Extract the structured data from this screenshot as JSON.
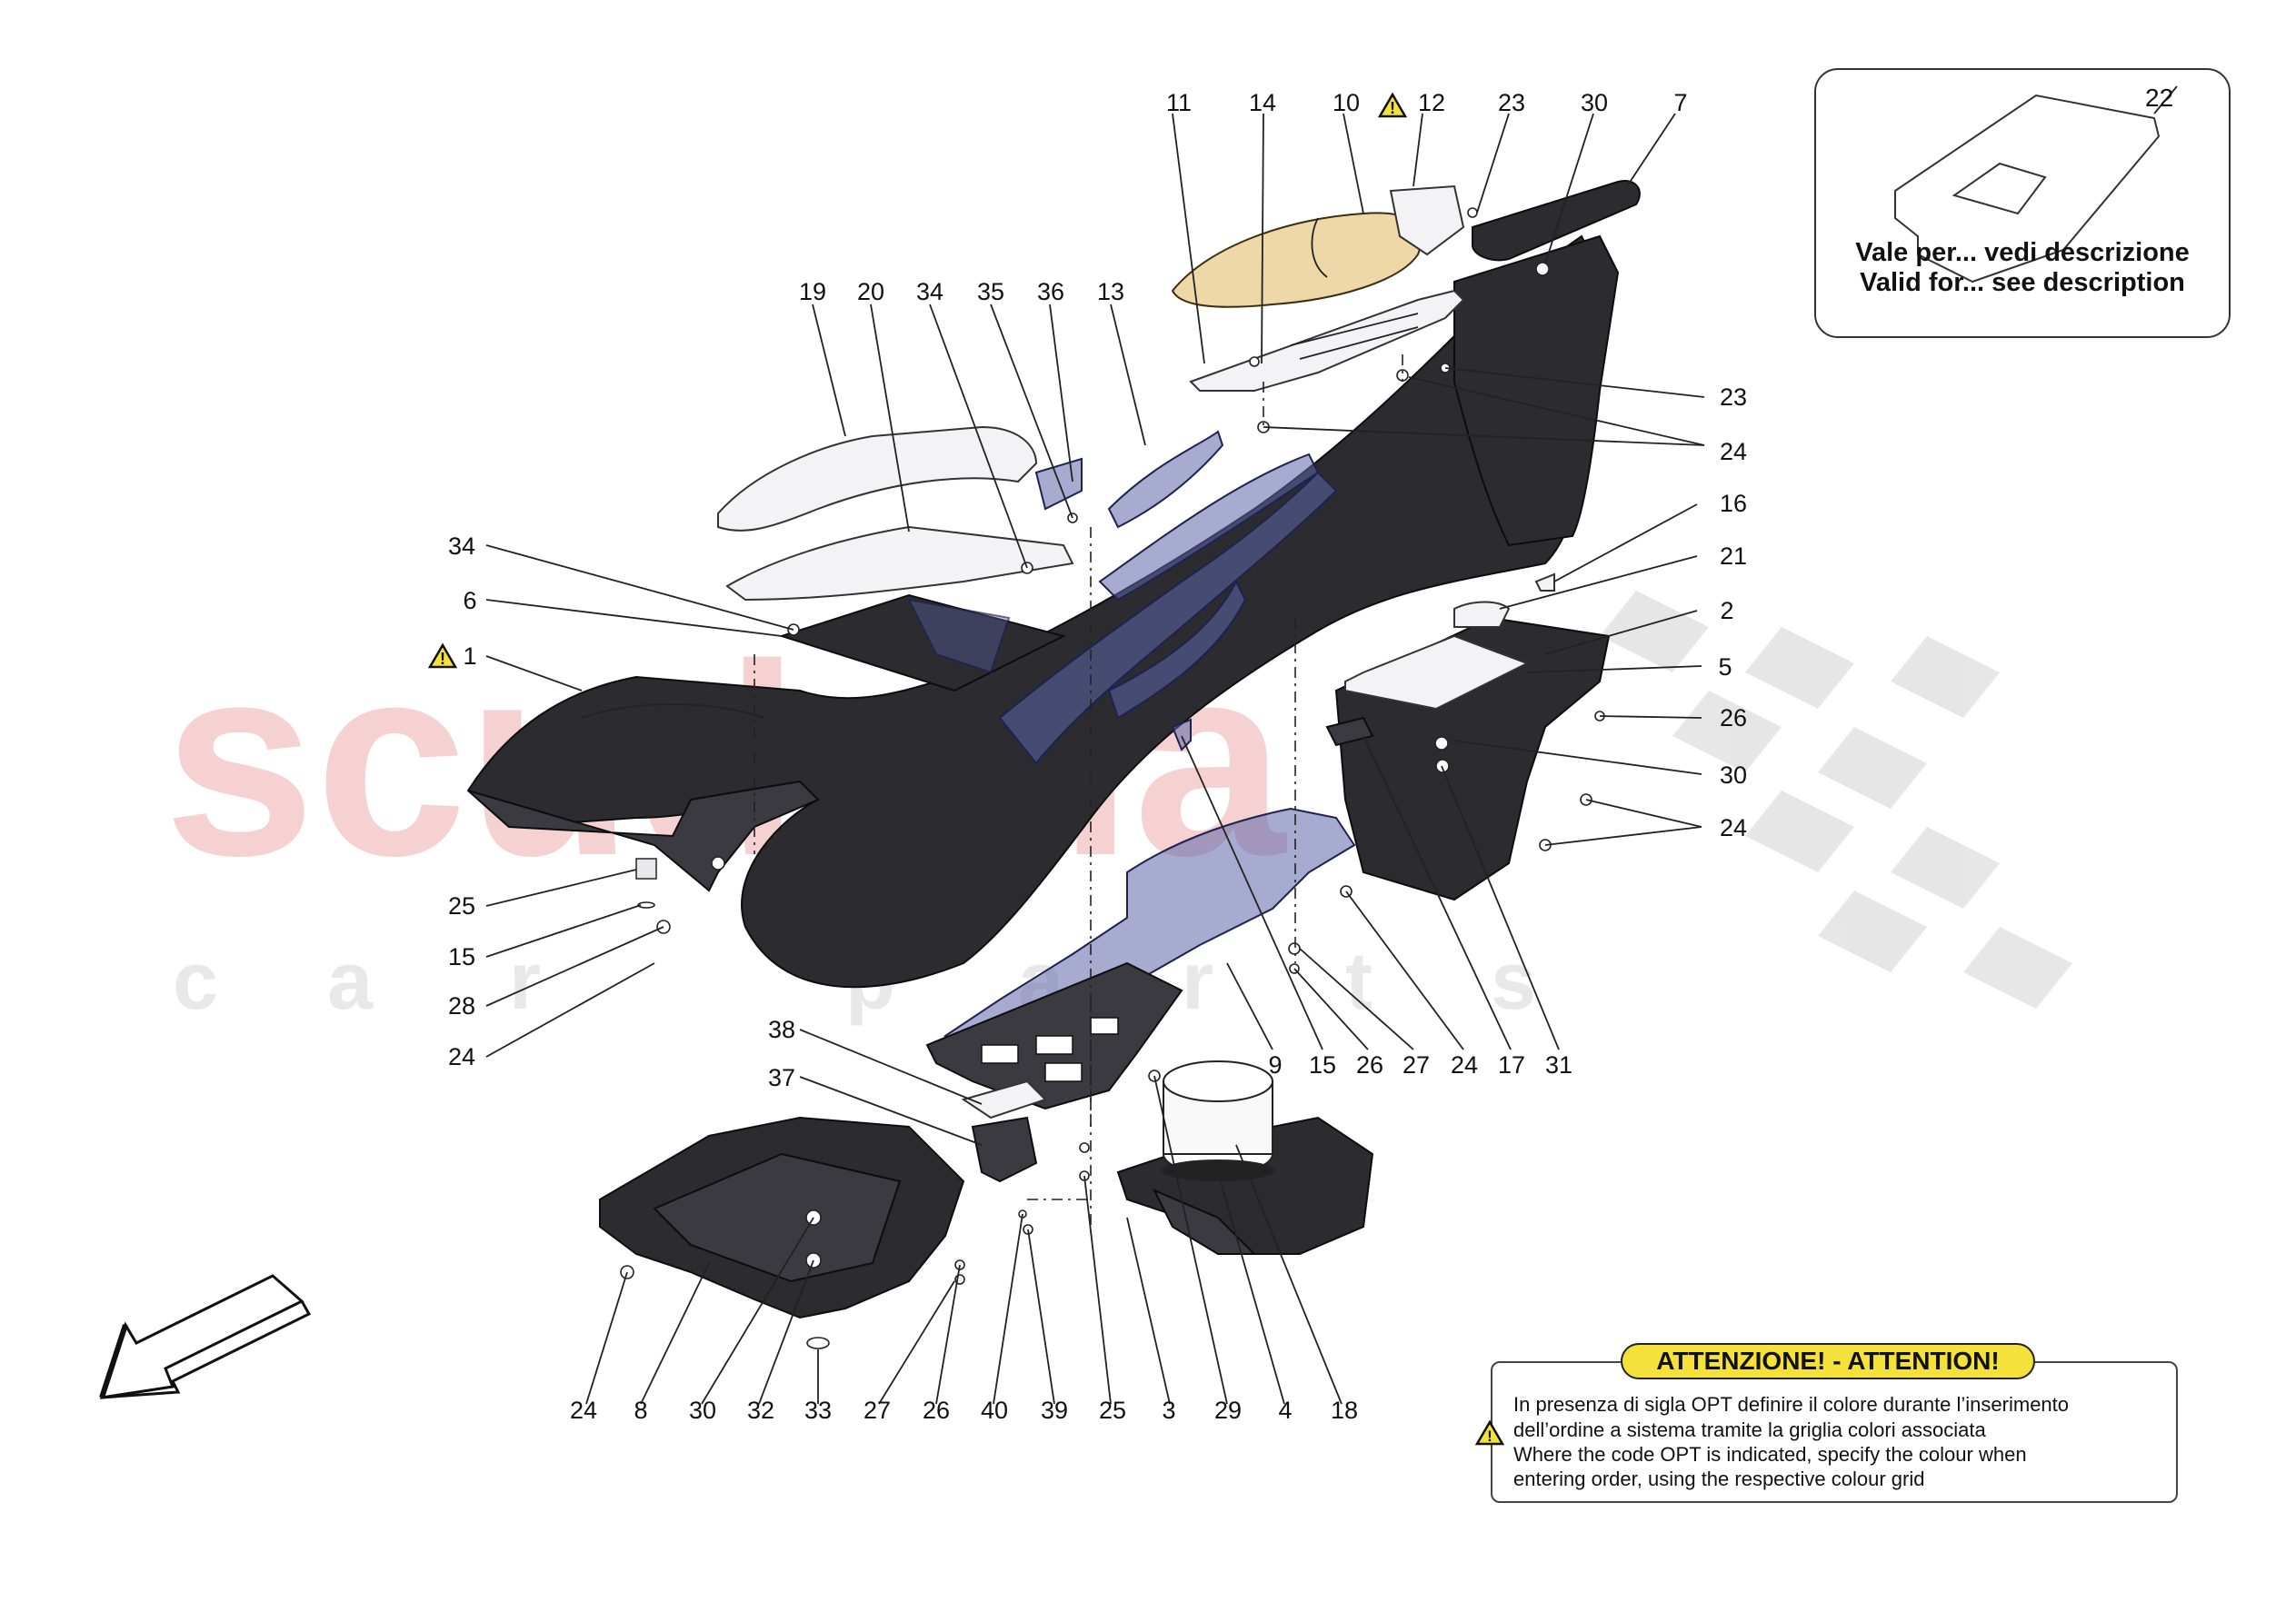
{
  "watermark": {
    "brand": "scuderia",
    "sub": "car parts",
    "brand_color": "#f2c8c8",
    "sub_color": "#e0e0e0"
  },
  "callouts": {
    "n11": "11",
    "n14": "14",
    "n10": "10",
    "n12": "12",
    "n23a": "23",
    "n30a": "30",
    "n7": "7",
    "n19": "19",
    "n20": "20",
    "n34a": "34",
    "n35": "35",
    "n36": "36",
    "n13": "13",
    "n23b": "23",
    "n24a": "24",
    "n16": "16",
    "n21": "21",
    "n2": "2",
    "n34b": "34",
    "n6": "6",
    "n1": "1",
    "n5": "5",
    "n26a": "26",
    "n30b": "30",
    "n24b": "24",
    "n25a": "25",
    "n15a": "15",
    "n28": "28",
    "n24c": "24",
    "n9": "9",
    "n15b": "15",
    "n26b": "26",
    "n27a": "27",
    "n24d": "24",
    "n17": "17",
    "n31": "31",
    "n38": "38",
    "n37": "37",
    "n24e": "24",
    "n8": "8",
    "n30c": "30",
    "n32": "32",
    "n33": "33",
    "n27b": "27",
    "n26c": "26",
    "n40": "40",
    "n39": "39",
    "n25b": "25",
    "n3": "3",
    "n29": "29",
    "n4": "4",
    "n18": "18"
  },
  "valid_box": {
    "part_number": "22",
    "line_it": "Vale per... vedi descrizione",
    "line_en": "Valid for... see description"
  },
  "attention": {
    "header": "ATTENZIONE! - ATTENTION!",
    "line1": "In presenza di sigla OPT definire il colore durante l’inserimento",
    "line2": "dell’ordine a sistema tramite la griglia colori associata",
    "line3": "Where the code OPT is indicated, specify the colour when",
    "line4": "entering order, using the respective colour grid",
    "header_color": "#f4e13a"
  }
}
